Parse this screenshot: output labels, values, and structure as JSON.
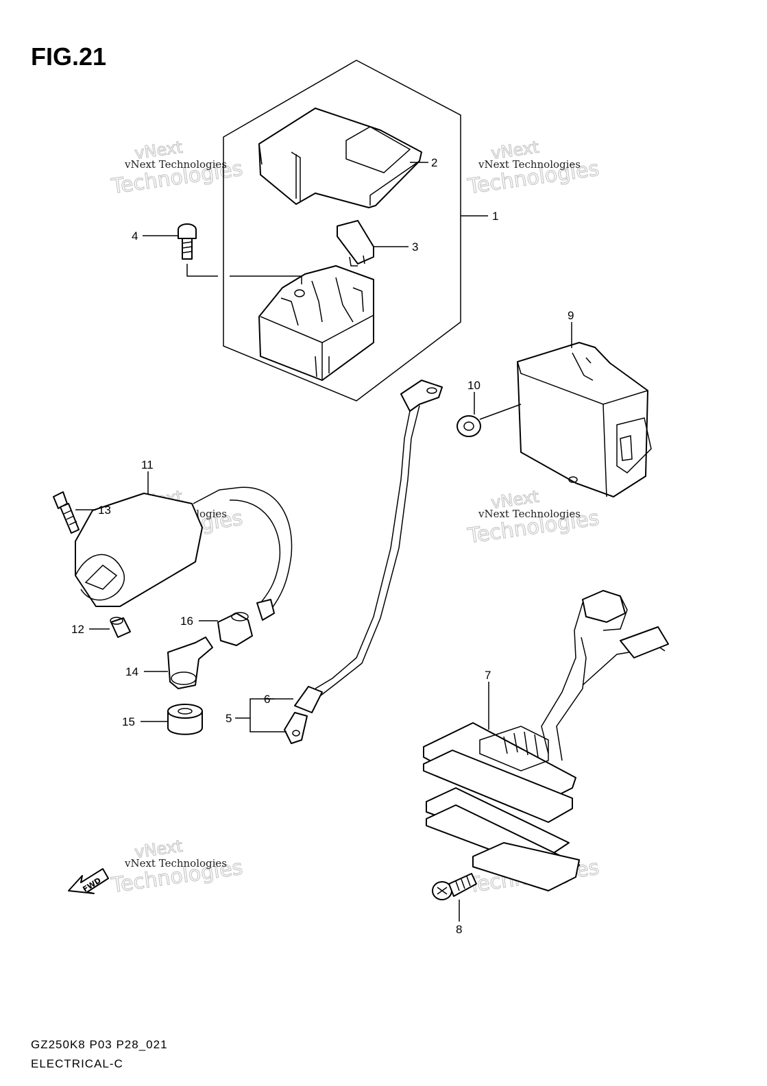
{
  "figure": {
    "title": "FIG.21"
  },
  "footer": {
    "model_code": "GZ250K8 P03 P28_021",
    "section": "ELECTRICAL-C"
  },
  "callouts": [
    {
      "number": "1"
    },
    {
      "number": "2"
    },
    {
      "number": "3"
    },
    {
      "number": "4"
    },
    {
      "number": "5"
    },
    {
      "number": "6"
    },
    {
      "number": "7"
    },
    {
      "number": "8"
    },
    {
      "number": "9"
    },
    {
      "number": "10"
    },
    {
      "number": "11"
    },
    {
      "number": "12"
    },
    {
      "number": "13"
    },
    {
      "number": "14"
    },
    {
      "number": "15"
    },
    {
      "number": "16"
    }
  ],
  "watermark": {
    "line1": "vNext",
    "line2": "vNext Technologies",
    "line3": "Technologies"
  },
  "direction_arrow": {
    "label": "FWD"
  }
}
